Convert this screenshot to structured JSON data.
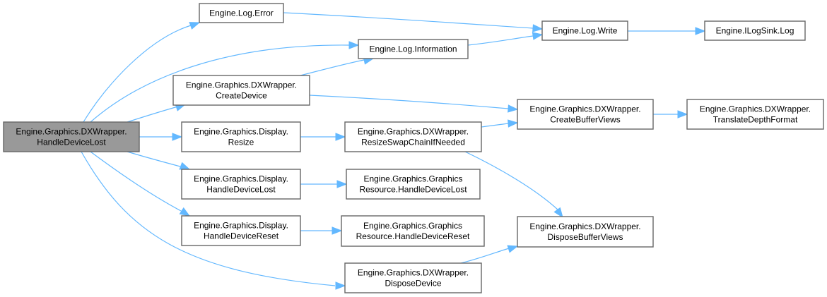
{
  "diagram": {
    "type": "call-graph",
    "colors": {
      "edge": "#63b8ff",
      "root_fill": "#999999",
      "node_fill": "#ffffff",
      "node_border": "#666666"
    },
    "root": "root",
    "nodes": [
      {
        "id": "root",
        "lines": [
          "Engine.Graphics.DXWrapper.",
          "HandleDeviceLost"
        ]
      },
      {
        "id": "log_error",
        "lines": [
          "Engine.Log.Error"
        ]
      },
      {
        "id": "log_information",
        "lines": [
          "Engine.Log.Information"
        ]
      },
      {
        "id": "create_device",
        "lines": [
          "Engine.Graphics.DXWrapper.",
          "CreateDevice"
        ]
      },
      {
        "id": "display_resize",
        "lines": [
          "Engine.Graphics.Display.",
          "Resize"
        ]
      },
      {
        "id": "display_handle_device_lost",
        "lines": [
          "Engine.Graphics.Display.",
          "HandleDeviceLost"
        ]
      },
      {
        "id": "display_handle_device_reset",
        "lines": [
          "Engine.Graphics.Display.",
          "HandleDeviceReset"
        ]
      },
      {
        "id": "log_write",
        "lines": [
          "Engine.Log.Write"
        ]
      },
      {
        "id": "ilogsink_log",
        "lines": [
          "Engine.ILogSink.Log"
        ]
      },
      {
        "id": "create_buffer_views",
        "lines": [
          "Engine.Graphics.DXWrapper.",
          "CreateBufferViews"
        ]
      },
      {
        "id": "translate_depth_format",
        "lines": [
          "Engine.Graphics.DXWrapper.",
          "TranslateDepthFormat"
        ]
      },
      {
        "id": "resize_swap_chain",
        "lines": [
          "Engine.Graphics.DXWrapper.",
          "ResizeSwapChainIfNeeded"
        ]
      },
      {
        "id": "gr_handle_device_lost",
        "lines": [
          "Engine.Graphics.Graphics",
          "Resource.HandleDeviceLost"
        ]
      },
      {
        "id": "gr_handle_device_reset",
        "lines": [
          "Engine.Graphics.Graphics",
          "Resource.HandleDeviceReset"
        ]
      },
      {
        "id": "dispose_buffer_views",
        "lines": [
          "Engine.Graphics.DXWrapper.",
          "DisposeBufferViews"
        ]
      },
      {
        "id": "dispose_device",
        "lines": [
          "Engine.Graphics.DXWrapper.",
          "DisposeDevice"
        ]
      }
    ],
    "edges": [
      {
        "from": "root",
        "to": "log_error"
      },
      {
        "from": "root",
        "to": "log_information"
      },
      {
        "from": "root",
        "to": "create_device"
      },
      {
        "from": "root",
        "to": "display_resize"
      },
      {
        "from": "root",
        "to": "display_handle_device_lost"
      },
      {
        "from": "root",
        "to": "display_handle_device_reset"
      },
      {
        "from": "root",
        "to": "dispose_device"
      },
      {
        "from": "log_error",
        "to": "log_write"
      },
      {
        "from": "log_information",
        "to": "log_write"
      },
      {
        "from": "log_write",
        "to": "ilogsink_log"
      },
      {
        "from": "create_device",
        "to": "log_information"
      },
      {
        "from": "create_device",
        "to": "create_buffer_views"
      },
      {
        "from": "create_buffer_views",
        "to": "translate_depth_format"
      },
      {
        "from": "display_resize",
        "to": "resize_swap_chain"
      },
      {
        "from": "resize_swap_chain",
        "to": "create_buffer_views"
      },
      {
        "from": "resize_swap_chain",
        "to": "dispose_buffer_views"
      },
      {
        "from": "display_handle_device_lost",
        "to": "gr_handle_device_lost"
      },
      {
        "from": "display_handle_device_reset",
        "to": "gr_handle_device_reset"
      },
      {
        "from": "dispose_device",
        "to": "dispose_buffer_views"
      }
    ]
  }
}
